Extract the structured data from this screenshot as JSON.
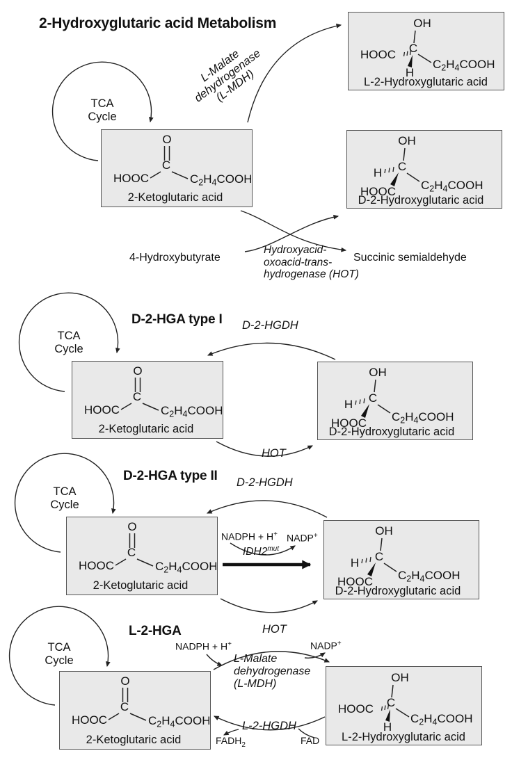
{
  "title": "2-Hydroxyglutaric acid Metabolism",
  "tca": {
    "line1": "TCA",
    "line2": "Cycle"
  },
  "top": {
    "lmdh": [
      "L-Malate",
      "dehydrogenase",
      "(L-MDH)"
    ],
    "hot": [
      "Hydroxyacid-",
      "oxoacid-trans-",
      "hydrogenase (HOT)"
    ],
    "hydroxybutyrate": "4-Hydroxybutyrate",
    "succinic": "Succinic semialdehyde"
  },
  "type1": {
    "heading": "D-2-HGA type I",
    "d2hgdh": "D-2-HGDH",
    "hot": "HOT"
  },
  "type2": {
    "heading": "D-2-HGA type II",
    "d2hgdh": "D-2-HGDH",
    "hot": "HOT",
    "nadph": {
      "base": "NADPH + H",
      "sup": "+"
    },
    "nadp": {
      "base": "NADP",
      "sup": "+"
    },
    "idh2": {
      "base": "IDH2",
      "sup": "mut"
    }
  },
  "l2hga": {
    "heading": "L-2-HGA",
    "nadph": {
      "base": "NADPH + H",
      "sup": "+"
    },
    "nadp": {
      "base": "NADP",
      "sup": "+"
    },
    "lmdh": [
      "L-Malate",
      "dehydrogenase",
      "(L-MDH)"
    ],
    "l2hgdh": "L-2-HGDH",
    "fadh2": {
      "base": "FADH",
      "sub": "2"
    },
    "fad": "FAD"
  },
  "structures": {
    "kg": {
      "o": "O",
      "c": "C",
      "hooc": "HOOC",
      "label": "2-Ketoglutaric acid"
    },
    "d": {
      "oh": "OH",
      "c": "C",
      "h": "H",
      "hooc": "HOOC",
      "label": "D-2-Hydroxyglutaric acid"
    },
    "l": {
      "oh": "OH",
      "c": "C",
      "h": "H",
      "hooc": "HOOC",
      "label": "L-2-Hydroxyglutaric acid"
    },
    "chain": {
      "c": "C",
      "n2": "2",
      "h": "H",
      "n4": "4",
      "tail": "COOH"
    }
  },
  "colors": {
    "box_fill": "#e9e9e9",
    "box_border": "#555555",
    "ink": "#111111"
  }
}
